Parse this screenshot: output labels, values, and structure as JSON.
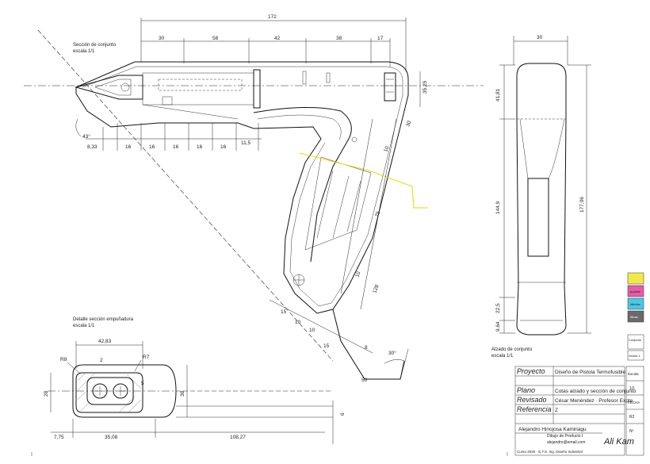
{
  "views": {
    "section": {
      "title": "Sección de conjunto",
      "scale": "escala 1/1"
    },
    "grip_detail": {
      "title": "Detalle sección empuñadura",
      "scale": "escala 1/1"
    },
    "elevation": {
      "title": "Alzado de conjunto",
      "scale": "escala 1/1"
    }
  },
  "dimensions": {
    "top_total": "172",
    "top_segments": [
      "30",
      "58",
      "42",
      "38",
      "17"
    ],
    "right_height": "35,25",
    "nozzle_angle": "43°",
    "bottom_first": "8,33",
    "bottom_segments": [
      "16",
      "16",
      "16",
      "16",
      "16",
      "11,5"
    ],
    "grip_top": "30",
    "grip_side": "10",
    "grip_diag": "75",
    "grip_low": "10",
    "grip_long": "128",
    "base_segments": [
      "15",
      "10",
      "10",
      "15"
    ],
    "base_small": "8",
    "base_angle": "30°",
    "base_diag": "50",
    "elev_width": "30",
    "elev_h1": "41,81",
    "elev_h2": "144,9",
    "elev_total": "177,06",
    "elev_h3": "22,5",
    "elev_h4": "9,64",
    "detail_width": "42,83",
    "detail_r1": "R8",
    "detail_r2": "R7",
    "detail_height": "28",
    "detail_inner": "2",
    "detail_side": "38",
    "detail_small": "5",
    "detail_b1": "7,75",
    "detail_b2": "35,08",
    "detail_b3": "108,27",
    "detail_b4": "6"
  },
  "legend": {
    "swatches": [
      {
        "label": "",
        "color": "#f3e84a"
      },
      {
        "label": "pupilas",
        "color": "#e85aa8"
      },
      {
        "label": "lábelas",
        "color": "#4ac8e8"
      },
      {
        "label": "fibras",
        "color": "#6a6a6a"
      }
    ],
    "notes": [
      "Conjunto",
      "Grises 1"
    ]
  },
  "title_block": {
    "labels": {
      "project": "Proyecto",
      "plane": "Plano",
      "revision": "Revisado",
      "reference": "Referencia"
    },
    "project": "Diseño de Pistola Termofusible",
    "plane": "Cotas alzado y sección de conjunto",
    "revision": "César Menéndez · Profesor Expte",
    "reference": "Z",
    "side_cells": [
      "Escala",
      "1/1",
      "FECHA",
      "R2",
      "Nº"
    ],
    "author": "Alejandro Hinojosa Kaminagu",
    "author_sub": "Dibujo de Producto I",
    "email": "alejandro@email.com",
    "footer": "Curso 2020 · E.T.S. Ing. Diseño Industrial",
    "signature": "Ali Kam"
  },
  "colors": {
    "yellow": "#e8d800",
    "line": "#111111"
  }
}
